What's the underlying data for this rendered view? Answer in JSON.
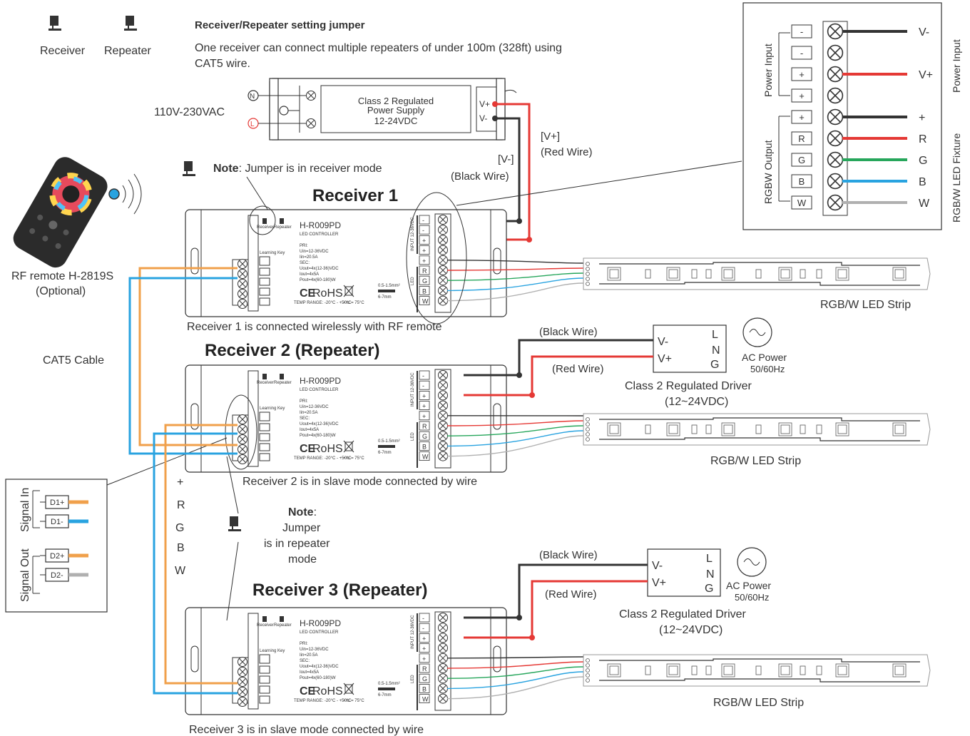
{
  "legend": {
    "receiver_label": "Receiver",
    "repeater_label": "Repeater",
    "jumper_title": "Receiver/Repeater setting jumper",
    "jumper_desc_line1": "One receiver can connect multiple repeaters of under 100m (328ft) using",
    "jumper_desc_line2": "CAT5 wire."
  },
  "psu": {
    "label_line1": "Class 2 Regulated",
    "label_line2": "Power Supply",
    "label_line3": "12-24VDC",
    "input_voltage": "110V-230VAC",
    "n_mark": "N",
    "l_mark": "L",
    "vplus": "V+",
    "vminus": "V-"
  },
  "wires": {
    "vplus_label": "[V+]",
    "red_wire_paren": "(Red Wire)",
    "vminus_label": "[V-]",
    "black_wire_paren": "(Black Wire)",
    "black_wire": "(Black Wire)",
    "red_wire": "(Red Wire)"
  },
  "note1": {
    "note_bold": "Note",
    "note_text": ": Jumper is in receiver mode"
  },
  "receivers": [
    {
      "title": "Receiver 1",
      "caption": "Receiver 1 is connected wirelessly with RF remote"
    },
    {
      "title": "Receiver 2 (Repeater)",
      "caption": "Receiver 2 is in slave mode connected by wire"
    },
    {
      "title": "Receiver 3 (Repeater)",
      "caption": "Receiver 3 is in slave mode connected by wire"
    }
  ],
  "controller": {
    "model": "H-R009PD",
    "subtitle": "LED CONTROLLER",
    "pri": "PRI:",
    "uin": "Uin=12-36VDC",
    "iin": "Iin=20.5A",
    "sec": "SEC:",
    "uout": "Uout=4x(12-36)VDC",
    "iout": "Iout=4x5A",
    "pout": "Pout=4x(60-180)W",
    "rohs": "RoHS",
    "ce": "CE",
    "temp": "TEMP RANGE: -20°C - +50°C",
    "tc": "• tc = 75°C",
    "wire_size": "0.5-1.5mm²",
    "strip_len": "6-7mm",
    "learning_key": "Learning Key",
    "jumper_receiver": "Receiver",
    "jumper_repeater": "Repeater",
    "input_label": "INPUT 12-36VDC",
    "led_label": "LED",
    "term_labels": [
      "-",
      "-",
      "+",
      "+",
      "+",
      "R",
      "G",
      "B",
      "W"
    ]
  },
  "remote": {
    "label_line1": "RF remote H-2819S",
    "label_line2": "(Optional)"
  },
  "cat5": "CAT5 Cable",
  "strip_label": "RGB/W LED Strip",
  "driver": {
    "vminus": "V-",
    "vplus": "V+",
    "l": "L",
    "n": "N",
    "g": "G",
    "ac_power": "AC Power",
    "freq": "50/60Hz",
    "label_line1": "Class 2 Regulated Driver",
    "label_line2": "(12~24VDC)"
  },
  "rgbw_column": [
    "+",
    "R",
    "G",
    "B",
    "W"
  ],
  "note2": {
    "note_bold": "Note",
    "colon": ":",
    "line1": "Jumper",
    "line2": "is in repeater",
    "line3": "mode"
  },
  "signal_box": {
    "signal_in": "Signal In",
    "signal_out": "Signal Out",
    "d1p": "D1+",
    "d1m": "D1-",
    "d2p": "D2+",
    "d2m": "D2-"
  },
  "inset": {
    "power_input": "Power Input",
    "rgbw_output": "RGBW Output",
    "power_input_right": "Power Input",
    "fixture_right": "RGB/W LED Fixture",
    "term_labels": [
      "-",
      "-",
      "+",
      "+",
      "+",
      "R",
      "G",
      "B",
      "W"
    ],
    "wire_labels": [
      "V-",
      "",
      "V+",
      "",
      "+",
      "R",
      "G",
      "B",
      "W"
    ]
  },
  "colors": {
    "black_wire": "#333333",
    "red_wire": "#e53935",
    "green_wire": "#26a65b",
    "blue_wire": "#29a3e0",
    "white_wire": "#b0b0b0",
    "orange_wire": "#f0a04b"
  }
}
